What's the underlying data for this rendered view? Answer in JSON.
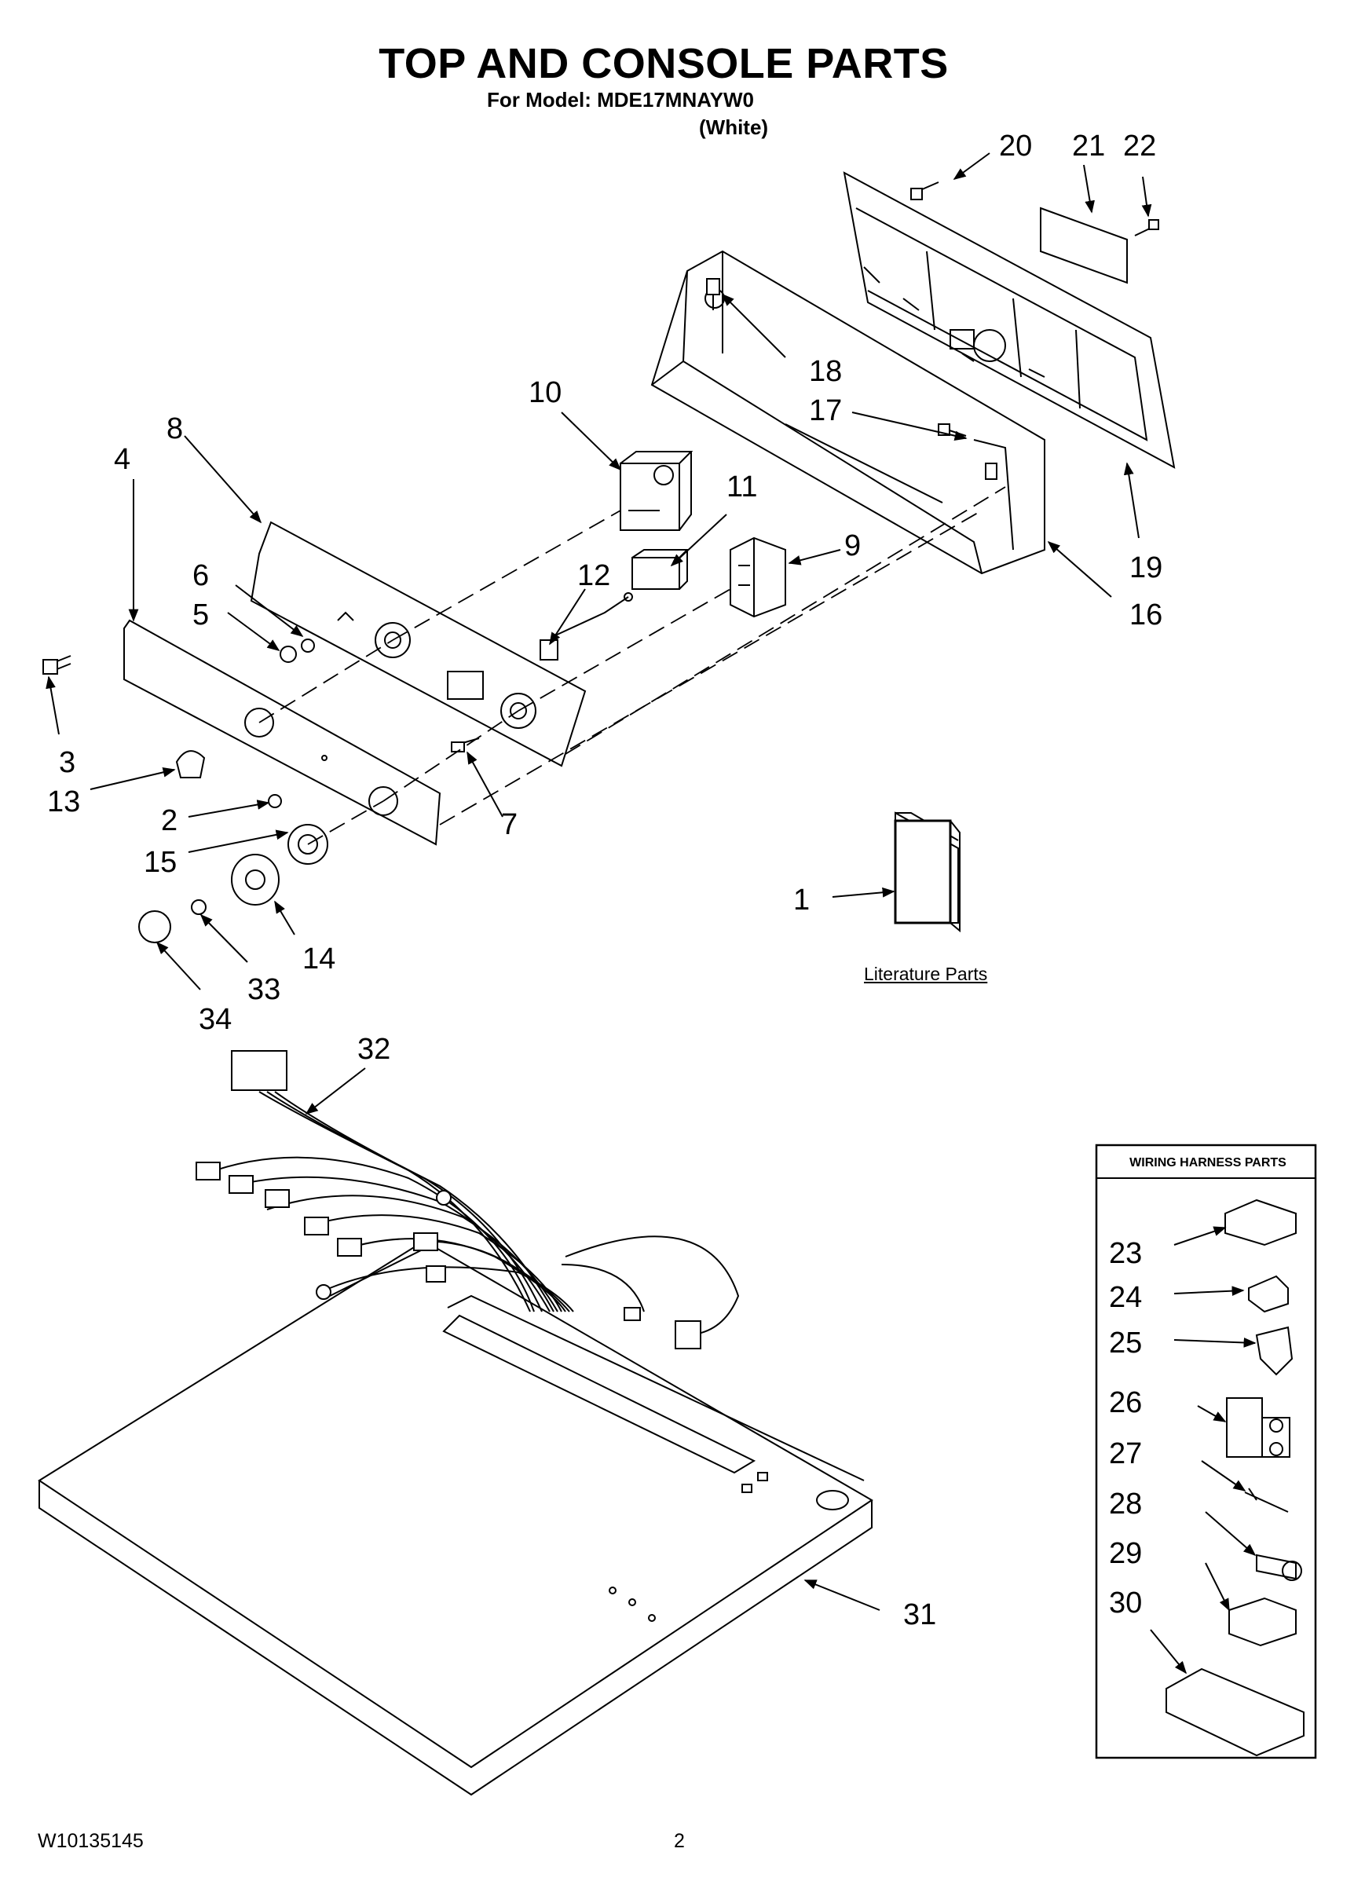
{
  "header": {
    "title": "TOP AND CONSOLE PARTS",
    "model_line": "For Model: MDE17MNAYW0",
    "color_line": "(White)"
  },
  "literature_label": "Literature Parts",
  "harness_box_title": "WIRING HARNESS PARTS",
  "callouts": {
    "c1": "1",
    "c2": "2",
    "c3": "3",
    "c4": "4",
    "c5": "5",
    "c6": "6",
    "c7": "7",
    "c8": "8",
    "c9": "9",
    "c10": "10",
    "c11": "11",
    "c12": "12",
    "c13": "13",
    "c14": "14",
    "c15": "15",
    "c16": "16",
    "c17": "17",
    "c18": "18",
    "c19": "19",
    "c20": "20",
    "c21": "21",
    "c22": "22",
    "c23": "23",
    "c24": "24",
    "c25": "25",
    "c26": "26",
    "c27": "27",
    "c28": "28",
    "c29": "29",
    "c30": "30",
    "c31": "31",
    "c32": "32",
    "c33": "33",
    "c34": "34"
  },
  "footer": {
    "doc_number": "W10135145",
    "page_number": "2"
  }
}
